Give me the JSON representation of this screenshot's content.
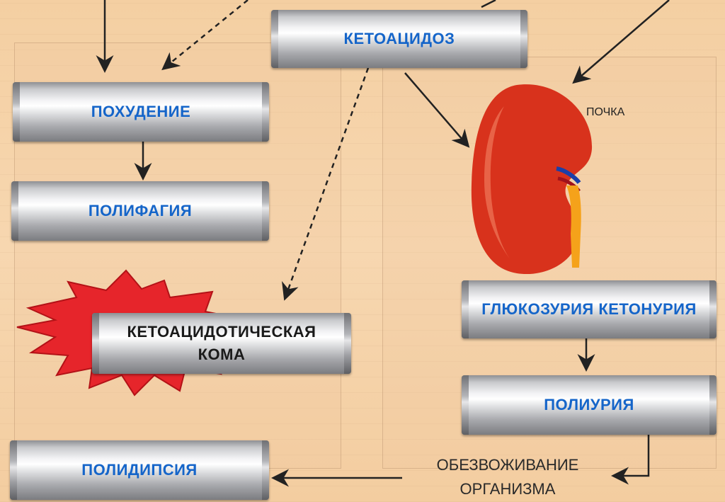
{
  "diagram": {
    "nodes": {
      "ketoacidosis": "КЕТОАЦИДОЗ",
      "weight_loss": "ПОХУДЕНИЕ",
      "polyphagia": "ПОЛИФАГИЯ",
      "ketoacidotic_coma_line1": "КЕТОАЦИДОТИЧЕСКАЯ",
      "ketoacidotic_coma_line2": "КОМА",
      "glucosuria_ketonuria": "ГЛЮКОЗУРИЯ КЕТОНУРИЯ",
      "polyuria": "ПОЛИУРИЯ",
      "polydipsia": "ПОЛИДИПСИЯ"
    },
    "kidney_label": "ПОЧКА",
    "dehydration_line1": "ОБЕЗВОЖИВАНИЕ",
    "dehydration_line2": "ОРГАНИЗМА",
    "colors": {
      "blue_text": "#1565c9",
      "burst_fill": "#e6252b",
      "kidney_fill": "#d8321c",
      "ureter": "#f5a21a",
      "arrow": "#222222"
    }
  }
}
